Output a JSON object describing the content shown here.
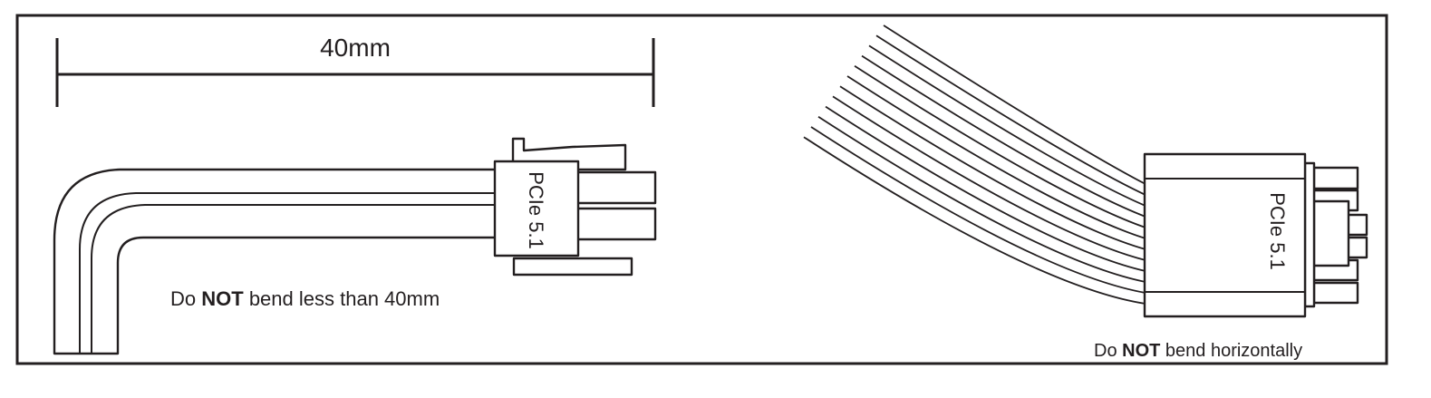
{
  "left_panel": {
    "dimension_label": "40mm",
    "connector_label": "PCIe 5.1",
    "caption": {
      "prefix": "Do ",
      "emphasis": "NOT",
      "suffix": " bend less than 40mm"
    }
  },
  "right_panel": {
    "connector_label": "PCIe 5.1",
    "wire_count": 12,
    "caption": {
      "prefix": "Do ",
      "emphasis": "NOT",
      "suffix": " bend horizontally"
    }
  },
  "colors": {
    "ink": "#231f20",
    "background": "#ffffff"
  }
}
